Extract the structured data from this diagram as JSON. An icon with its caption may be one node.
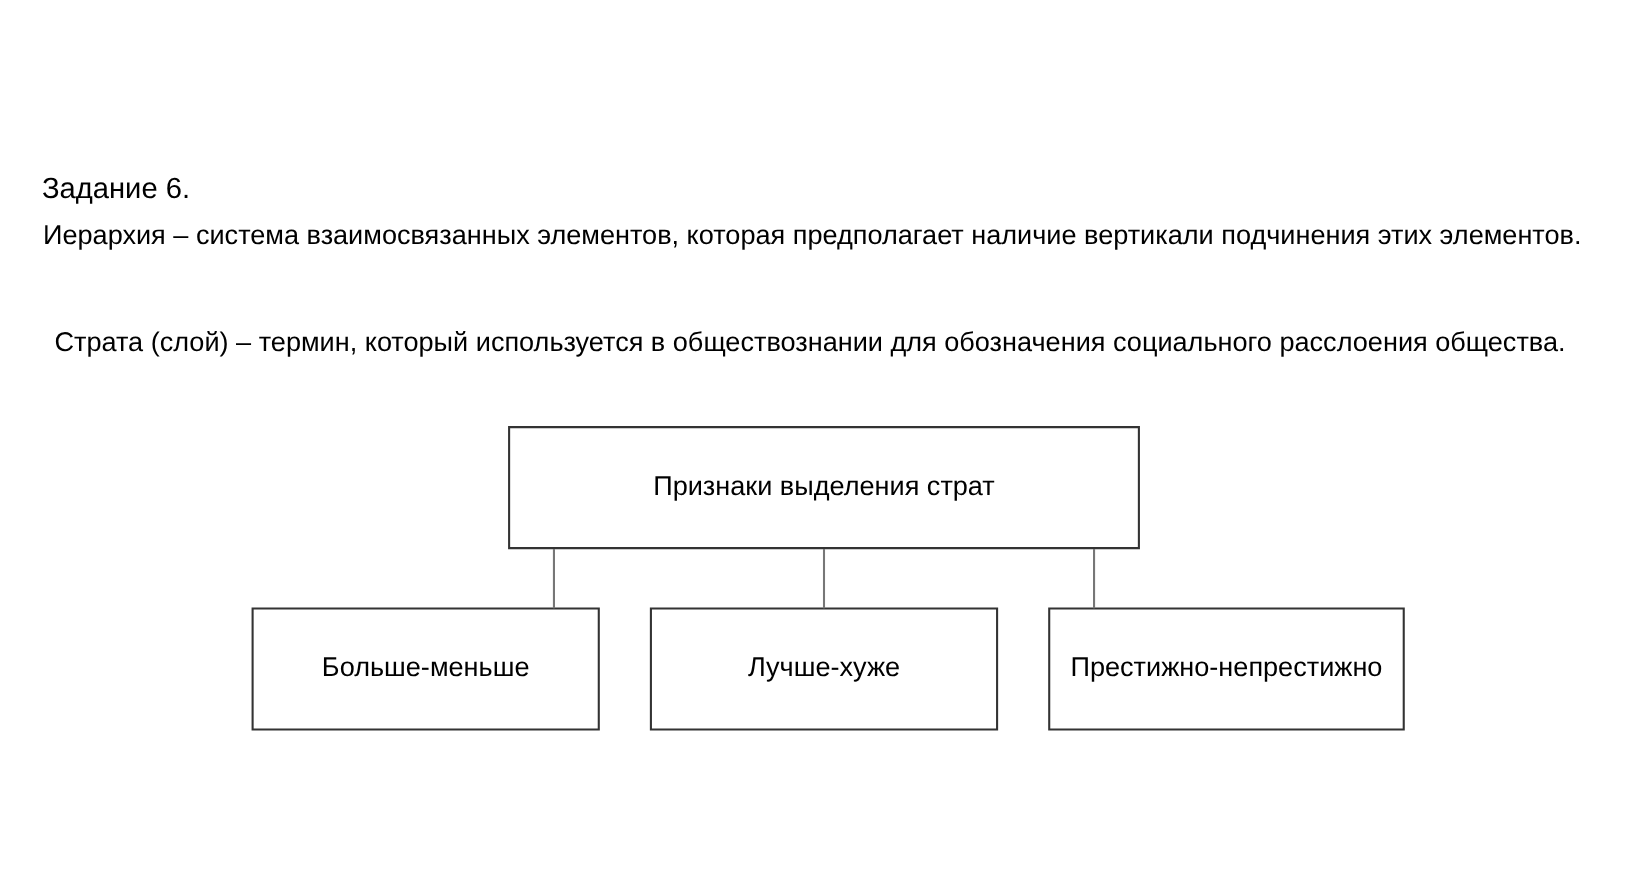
{
  "diagram": {
    "title": "Задание 6.",
    "nodes": [
      {
        "text": [
          "Признаки выделения страт"
        ]
      },
      {
        "text": [
          "Больше-меньше"
        ]
      },
      {
        "text": [
          "Лучше-хуже"
        ]
      },
      {
        "text": [
          "Престижно-непрестижно"
        ]
      }
    ],
    "edges": [
      {
        "from": 0,
        "to": 1,
        "arrow": "none"
      },
      {
        "from": 0,
        "to": 2,
        "arrow": "none"
      },
      {
        "from": 0,
        "to": 3,
        "arrow": "none"
      }
    ],
    "labels": [
      "Иерархия – система взаимосвязанных элементов, которая предполагает наличие вертикали подчинения этих элементов.",
      "Страта (слой) – термин, который используется в обществознании для обозначения социального расслоения общества."
    ]
  }
}
